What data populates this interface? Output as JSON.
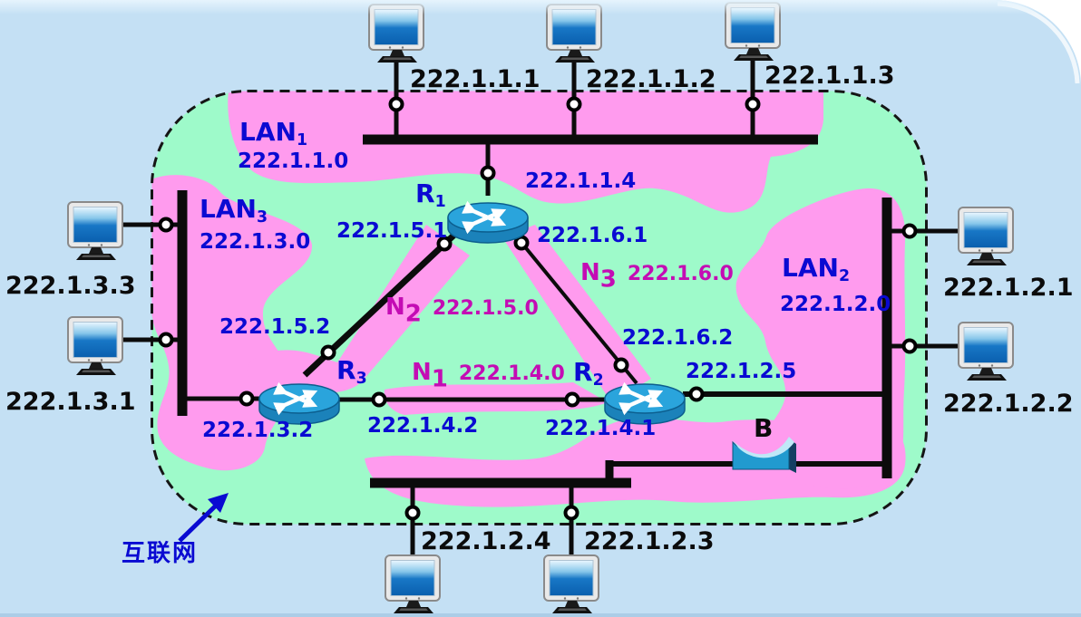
{
  "colors": {
    "slide_bg": "#C4E0F4",
    "region_green": "#9EFACA",
    "blob_pink": "#FF9BEE",
    "label_blue": "#0A0AD2",
    "label_magenta": "#C40CB4",
    "line_black": "#0b0b0b",
    "router_top": "#2AA4DC",
    "router_side": "#1B82BA",
    "bridge_front": "#219ACF"
  },
  "hosts": [
    {
      "ip": "222.1.1.1"
    },
    {
      "ip": "222.1.1.2"
    },
    {
      "ip": "222.1.1.3"
    },
    {
      "ip": "222.1.3.3"
    },
    {
      "ip": "222.1.3.1"
    },
    {
      "ip": "222.1.2.1"
    },
    {
      "ip": "222.1.2.2"
    },
    {
      "ip": "222.1.2.4"
    },
    {
      "ip": "222.1.2.3"
    }
  ],
  "lans": [
    {
      "name": "LAN",
      "sub": "1",
      "network": "222.1.1.0"
    },
    {
      "name": "LAN",
      "sub": "2",
      "network": "222.1.2.0"
    },
    {
      "name": "LAN",
      "sub": "3",
      "network": "222.1.3.0"
    }
  ],
  "routers": [
    {
      "name": "R",
      "sub": "1"
    },
    {
      "name": "R",
      "sub": "2"
    },
    {
      "name": "R",
      "sub": "3"
    }
  ],
  "networks": [
    {
      "name": "N",
      "sub": "1",
      "network": "222.1.4.0"
    },
    {
      "name": "N",
      "sub": "2",
      "network": "222.1.5.0"
    },
    {
      "name": "N",
      "sub": "3",
      "network": "222.1.6.0"
    }
  ],
  "interfaces": {
    "r1_lan1": "222.1.1.4",
    "r1_n2": "222.1.5.1",
    "r1_n3": "222.1.6.1",
    "r3_n2": "222.1.5.2",
    "r3_lan3": "222.1.3.2",
    "r3_n1": "222.1.4.2",
    "r2_n1": "222.1.4.1",
    "r2_n3": "222.1.6.2",
    "r2_lan2": "222.1.2.5"
  },
  "bridge": {
    "label": "B"
  },
  "annotation": {
    "internet_label": "互联网"
  }
}
